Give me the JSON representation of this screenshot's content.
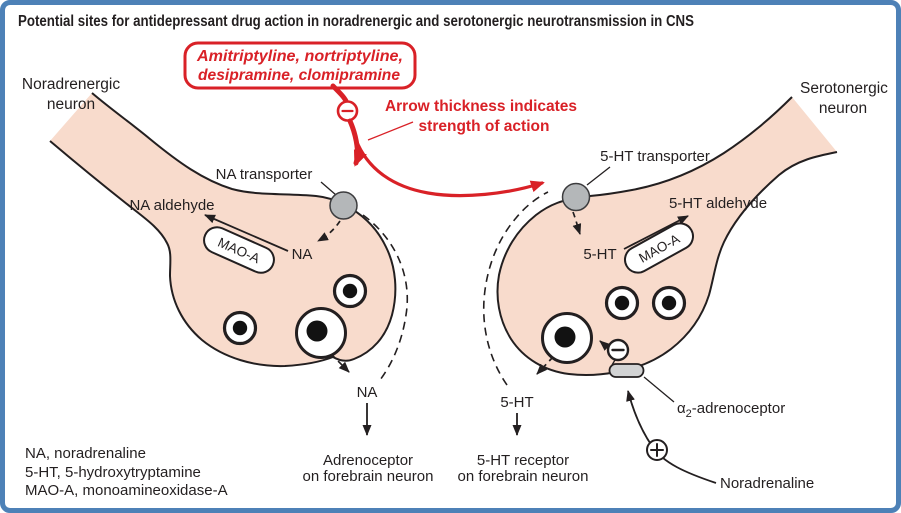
{
  "title": "Potential sites for antidepressant drug action in noradrenergic and serotonergic neurotransmission in CNS",
  "drug_box": {
    "line1": "Amitriptyline, nortriptyline,",
    "line2": "desipramine, clomipramine"
  },
  "arrow_note": {
    "line1": "Arrow thickness indicates",
    "line2": "strength of action"
  },
  "left_neuron": {
    "name_line1": "Noradrenergic",
    "name_line2": "neuron",
    "transporter_label": "NA transporter",
    "aldehyde_label": "NA aldehyde",
    "enzyme_label": "MAO-A",
    "cytoplasm_nt": "NA",
    "released_nt": "NA",
    "receptor_line1": "Adrenoceptor",
    "receptor_line2": "on forebrain neuron"
  },
  "right_neuron": {
    "name_line1": "Serotonergic",
    "name_line2": "neuron",
    "transporter_label": "5-HT transporter",
    "aldehyde_label": "5-HT aldehyde",
    "enzyme_label": "MAO-A",
    "cytoplasm_nt": "5-HT",
    "released_nt": "5-HT",
    "receptor_line1": "5-HT receptor",
    "receptor_line2": "on forebrain neuron",
    "autoreceptor_alpha": "α",
    "autoreceptor_sub": "2",
    "autoreceptor_suffix": "-adrenoceptor",
    "noradrenaline_label": "Noradrenaline"
  },
  "legend": {
    "line1": "NA, noradrenaline",
    "line2": "5-HT, 5-hydroxytryptamine",
    "line3": "MAO-A, monoamineoxidase-A"
  },
  "symbols": {
    "minus_sign": "−",
    "plus_sign": "+"
  },
  "colors": {
    "frame_blue": "#4d81b7",
    "neuron_pink": "#f8dbcc",
    "outline_black": "#231f20",
    "accent_red": "#d92127",
    "transporter_gray": "#b4b7b9",
    "receptor_gray": "#d2d3d4"
  }
}
